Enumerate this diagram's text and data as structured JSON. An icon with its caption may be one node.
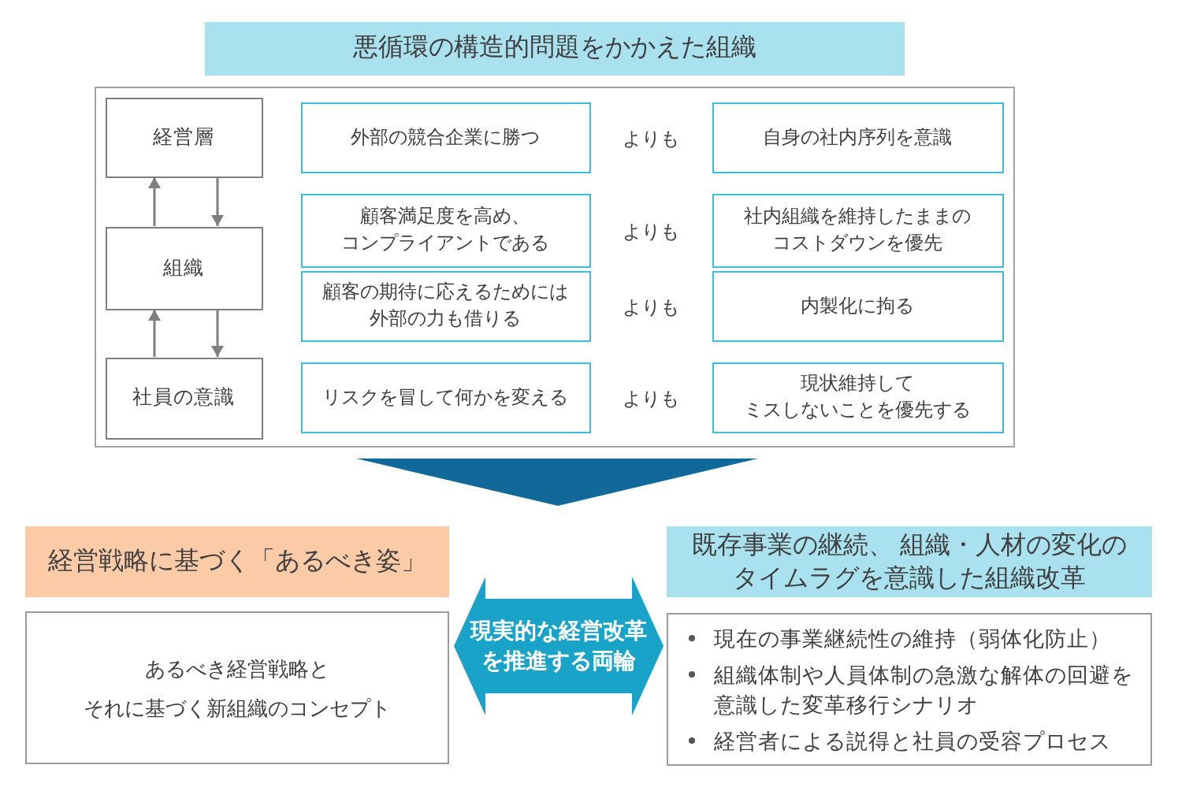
{
  "diagram": {
    "nodes": [
      {
        "text": [
          "悪循環の構造的問題をかかえた組織"
        ]
      },
      {
        "text": [],
        "shape": "box"
      },
      {
        "text": [
          "経営層"
        ],
        "in": 1
      },
      {
        "text": [
          "外部の競合企業に勝つ"
        ],
        "in": 1
      },
      {
        "text": [
          "自身の社内序列を意識"
        ],
        "in": 1
      },
      {
        "text": [
          "組織"
        ],
        "in": 1
      },
      {
        "text": [
          "顧客満足度を高め、コンプライアントである"
        ],
        "in": 1
      },
      {
        "text": [
          "社内組織を維持したままのコストダウンを優先"
        ],
        "in": 1
      },
      {
        "text": [
          "顧客の期待に応えるためには外部の力も借りる"
        ],
        "in": 1
      },
      {
        "text": [
          "内製化に拘る"
        ],
        "in": 1
      },
      {
        "text": [
          "社員の意識"
        ],
        "in": 1
      },
      {
        "text": [
          "リスクを冒して何かを変える"
        ],
        "in": 1
      },
      {
        "text": [
          "現状維持してミスしないことを優先する"
        ],
        "in": 1
      },
      {
        "text": [
          "経営戦略に基づく「あるべき姿」"
        ]
      },
      {
        "text": [
          "既存事業の継続、 組織・人材の変化のタイムラグを意識した組織改革"
        ]
      },
      {
        "text": [
          "現実的な経営改革を推進する両輪"
        ]
      },
      {
        "text": [
          "あるべき経営戦略とそれに基づく新組織のコンセプト"
        ]
      },
      {
        "text": [
          "現在の事業継続性の維持（弱体化防止）",
          "組織体制や人員体制の急激な解体の回避を意識した変革移行シナリオ",
          "経営者による説得と社員の受容プロセス"
        ]
      }
    ],
    "edges": [
      {
        "from": 5,
        "to": 2,
        "arrow": "to"
      },
      {
        "from": 2,
        "to": 5,
        "arrow": "to"
      },
      {
        "from": 10,
        "to": 5,
        "arrow": "to"
      },
      {
        "from": 5,
        "to": 10,
        "arrow": "to"
      }
    ],
    "labels": [
      "よりも",
      "よりも",
      "よりも",
      "よりも"
    ]
  }
}
